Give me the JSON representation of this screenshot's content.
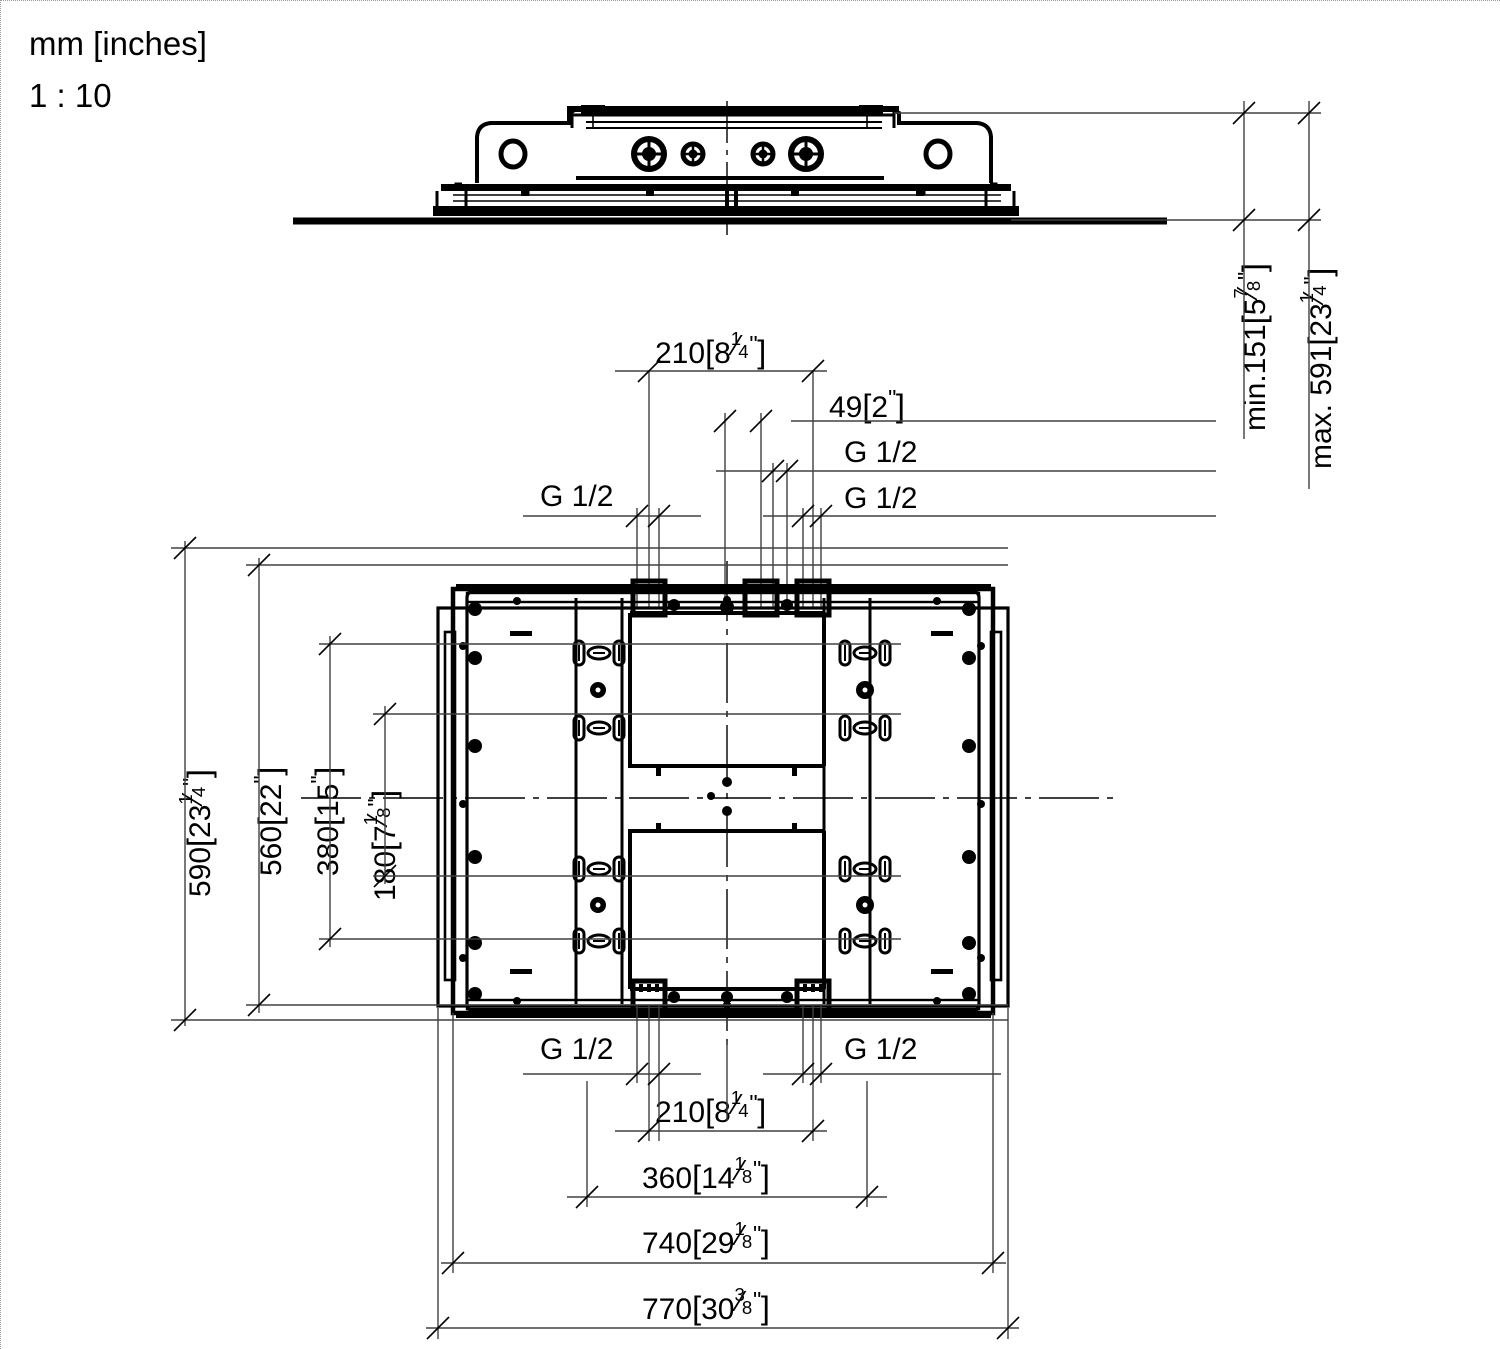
{
  "drawing": {
    "units_note": "mm [inches]",
    "scale_note": "1 : 10",
    "type": "technical-dimension-drawing",
    "views": [
      {
        "name": "side-elevation",
        "position": "top"
      },
      {
        "name": "plan-view",
        "position": "bottom"
      }
    ]
  },
  "dimensions": {
    "height_min": {
      "label": "min.151",
      "mm": 151,
      "inch_whole": "5",
      "inch_num": "7",
      "inch_den": "8",
      "text": "min.151 [5 7/8\"]"
    },
    "height_max": {
      "label": "max. 591",
      "mm": 591,
      "inch_whole": "23",
      "inch_num": "1",
      "inch_den": "4",
      "text": "max. 591 [23 1/4\"]"
    },
    "top_210": {
      "mm": "210",
      "inch_whole": "8",
      "inch_num": "1",
      "inch_den": "4",
      "text": "210 [8 1/4\"]"
    },
    "top_49": {
      "mm": "49",
      "inch_plain": "2",
      "text": "49 [2\"]"
    },
    "bottom_210": {
      "mm": "210",
      "inch_whole": "8",
      "inch_num": "1",
      "inch_den": "4",
      "text": "210 [8 1/4\"]"
    },
    "bottom_360": {
      "mm": "360",
      "inch_whole": "14",
      "inch_num": "1",
      "inch_den": "8",
      "text": "360 [14 1/8\"]"
    },
    "bottom_740": {
      "mm": "740",
      "inch_whole": "29",
      "inch_num": "1",
      "inch_den": "8",
      "text": "740 [29 1/8\"]"
    },
    "bottom_770": {
      "mm": "770",
      "inch_whole": "30",
      "inch_num": "3",
      "inch_den": "8",
      "text": "770 [30 3/8\"]"
    },
    "left_590": {
      "mm": "590",
      "inch_whole": "23",
      "inch_num": "1",
      "inch_den": "4",
      "text": "590 [23 1/4\"]"
    },
    "left_560": {
      "mm": "560",
      "inch_plain": "22",
      "text": "560 [22\"]"
    },
    "left_380": {
      "mm": "380",
      "inch_plain": "15",
      "text": "380 [15\"]"
    },
    "left_180": {
      "mm": "180",
      "inch_whole": "7",
      "inch_num": "1",
      "inch_den": "8",
      "text": "180 [7 1/8\"]"
    }
  },
  "thread_callouts": {
    "top_left": "G 1/2",
    "top_mid_upper": "G 1/2",
    "top_mid_lower": "G 1/2",
    "bottom_left": "G 1/2",
    "bottom_right": "G 1/2"
  },
  "colors": {
    "line": "#000000",
    "thin_line": "#404040",
    "background": "#ffffff",
    "border": "#9a9a9a"
  }
}
